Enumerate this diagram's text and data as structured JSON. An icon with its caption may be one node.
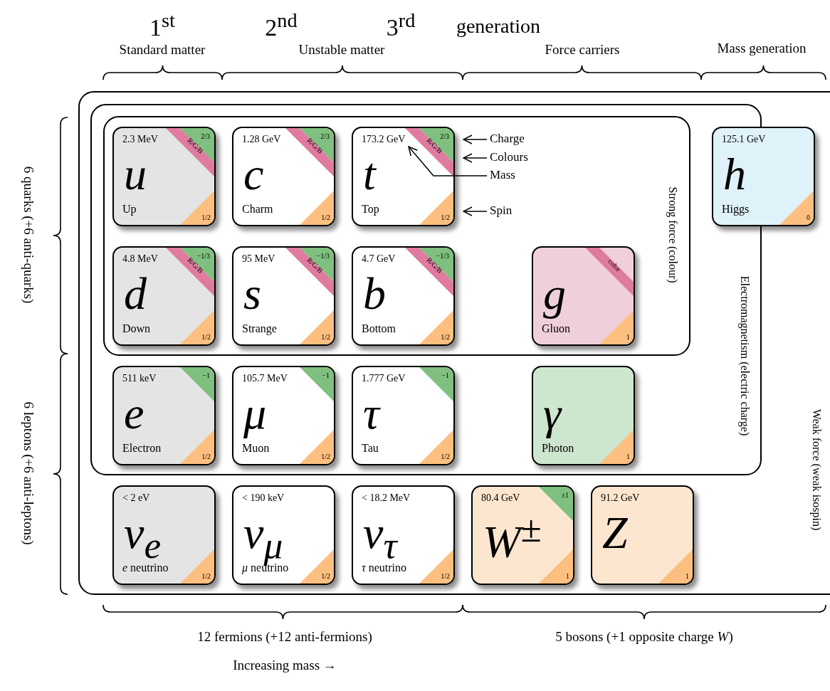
{
  "diagram": {
    "nodes": [
      {
        "text": [
          "Weak force (weak isospin)"
        ]
      },
      {
        "text": [
          "Electromagnetism (electric charge)"
        ],
        "in": 0
      },
      {
        "text": [
          "Strong force (colour)"
        ],
        "in": 1
      },
      {
        "text": [
          "2.3 MeV",
          "2/3",
          "R/G/B",
          "u",
          "Up",
          "1/2"
        ],
        "in": 2
      },
      {
        "text": [
          "1.28 GeV",
          "2/3",
          "R/G/B",
          "c",
          "Charm",
          "1/2"
        ],
        "in": 2
      },
      {
        "text": [
          "173.2 GeV",
          "2/3",
          "R/G/B",
          "t",
          "Top",
          "1/2"
        ],
        "in": 2
      },
      {
        "text": [
          "Charge"
        ],
        "in": 2
      },
      {
        "text": [
          "Colours"
        ],
        "in": 2
      },
      {
        "text": [
          "Mass"
        ],
        "in": 2
      },
      {
        "text": [
          "Spin"
        ],
        "in": 2
      },
      {
        "text": [
          "125.1 GeV",
          "h",
          "Higgs",
          "0"
        ],
        "in": 0
      },
      {
        "text": [
          "4.8 MeV",
          "−1/3",
          "R/G/B",
          "d",
          "Down",
          "1/2"
        ],
        "in": 2
      },
      {
        "text": [
          "95 MeV",
          "−1/3",
          "R/G/B",
          "s",
          "Strange",
          "1/2"
        ],
        "in": 2
      },
      {
        "text": [
          "4.7 GeV",
          "−1/3",
          "R/G/B",
          "b",
          "Bottom",
          "1/2"
        ],
        "in": 2
      },
      {
        "text": [
          "color",
          "g",
          "Gluon",
          "1"
        ],
        "in": 2
      },
      {
        "text": [
          "511 keV",
          "−1",
          "e",
          "Electron",
          "1/2"
        ],
        "in": 1
      },
      {
        "text": [
          "105.7 MeV",
          "−1",
          "μ",
          "Muon",
          "1/2"
        ],
        "in": 1
      },
      {
        "text": [
          "1.777 GeV",
          "−1",
          "τ",
          "Tau",
          "1/2"
        ],
        "in": 1
      },
      {
        "text": [
          "γ",
          "Photon",
          "1"
        ],
        "in": 1
      },
      {
        "text": [
          "< 2 eV",
          "ν$_{e}$",
          "*e* neutrino",
          "1/2"
        ],
        "in": 0
      },
      {
        "text": [
          "< 190 keV",
          "ν$_{μ}$",
          "*μ* neutrino",
          "1/2"
        ],
        "in": 0
      },
      {
        "text": [
          "< 18.2 MeV",
          "ν$_{τ}$",
          "*τ* neutrino",
          "1/2"
        ],
        "in": 0
      },
      {
        "text": [
          "80.4 GeV",
          "±1",
          "W$^{±}$",
          "1"
        ],
        "in": 0
      },
      {
        "text": [
          "91.2 GeV",
          "Z",
          "1"
        ],
        "in": 0
      }
    ],
    "edges": [
      {
        "from": 6,
        "to": 5,
        "arrow": "to"
      },
      {
        "from": 7,
        "to": 5,
        "arrow": "to"
      },
      {
        "from": 8,
        "to": 5,
        "arrow": "to"
      },
      {
        "from": 9,
        "to": 5,
        "arrow": "to"
      }
    ],
    "labels": [
      "1$^{st}$",
      "2$^{nd}$",
      "3$^{rd}$",
      "generation",
      "Standard matter",
      "Unstable matter",
      "Force carriers",
      "Mass generation",
      "6 quarks (+6 anti-quarks)",
      "6 leptons (+6 anti-leptons)",
      "12 fermions (+12 anti-fermions)",
      "Increasing mass →",
      "5 bosons (+1 opposite charge *W*)"
    ]
  }
}
